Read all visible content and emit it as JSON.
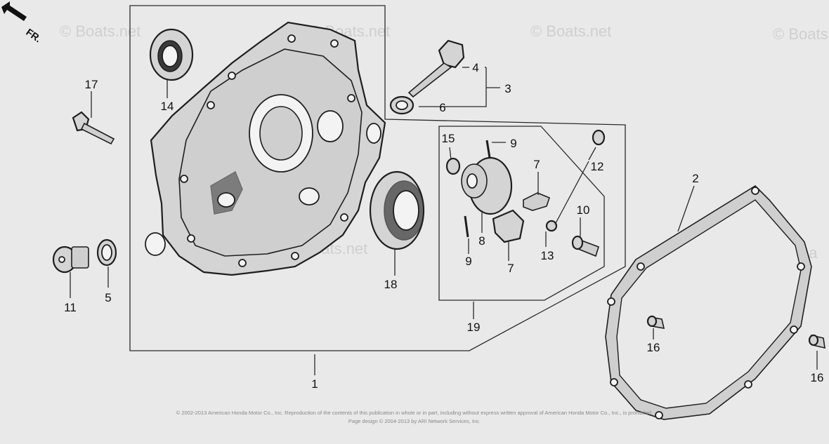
{
  "direction_label": "FR.",
  "watermarks": [
    "© Boats.net",
    "© Boats.net",
    "© Boats.net",
    "© Boats.net",
    "© Boats.net",
    "© Boa"
  ],
  "callouts": {
    "c1": "1",
    "c2": "2",
    "c3": "3",
    "c4": "4",
    "c5": "5",
    "c6": "6",
    "c7a": "7",
    "c7b": "7",
    "c8": "8",
    "c9a": "9",
    "c9b": "9",
    "c10": "10",
    "c11": "11",
    "c12": "12",
    "c13": "13",
    "c14": "14",
    "c15": "15",
    "c16a": "16",
    "c16b": "16",
    "c17": "17",
    "c18": "18",
    "c19": "19"
  },
  "copyright": {
    "line1": "© 2002-2013 American Honda Motor Co., Inc. Reproduction of the contents of this publication in whole or in part, including without express written approval of American Honda Motor Co., Inc., is prohibited.",
    "line2": "Page design © 2004-2013 by ARI Network Services, Inc."
  }
}
